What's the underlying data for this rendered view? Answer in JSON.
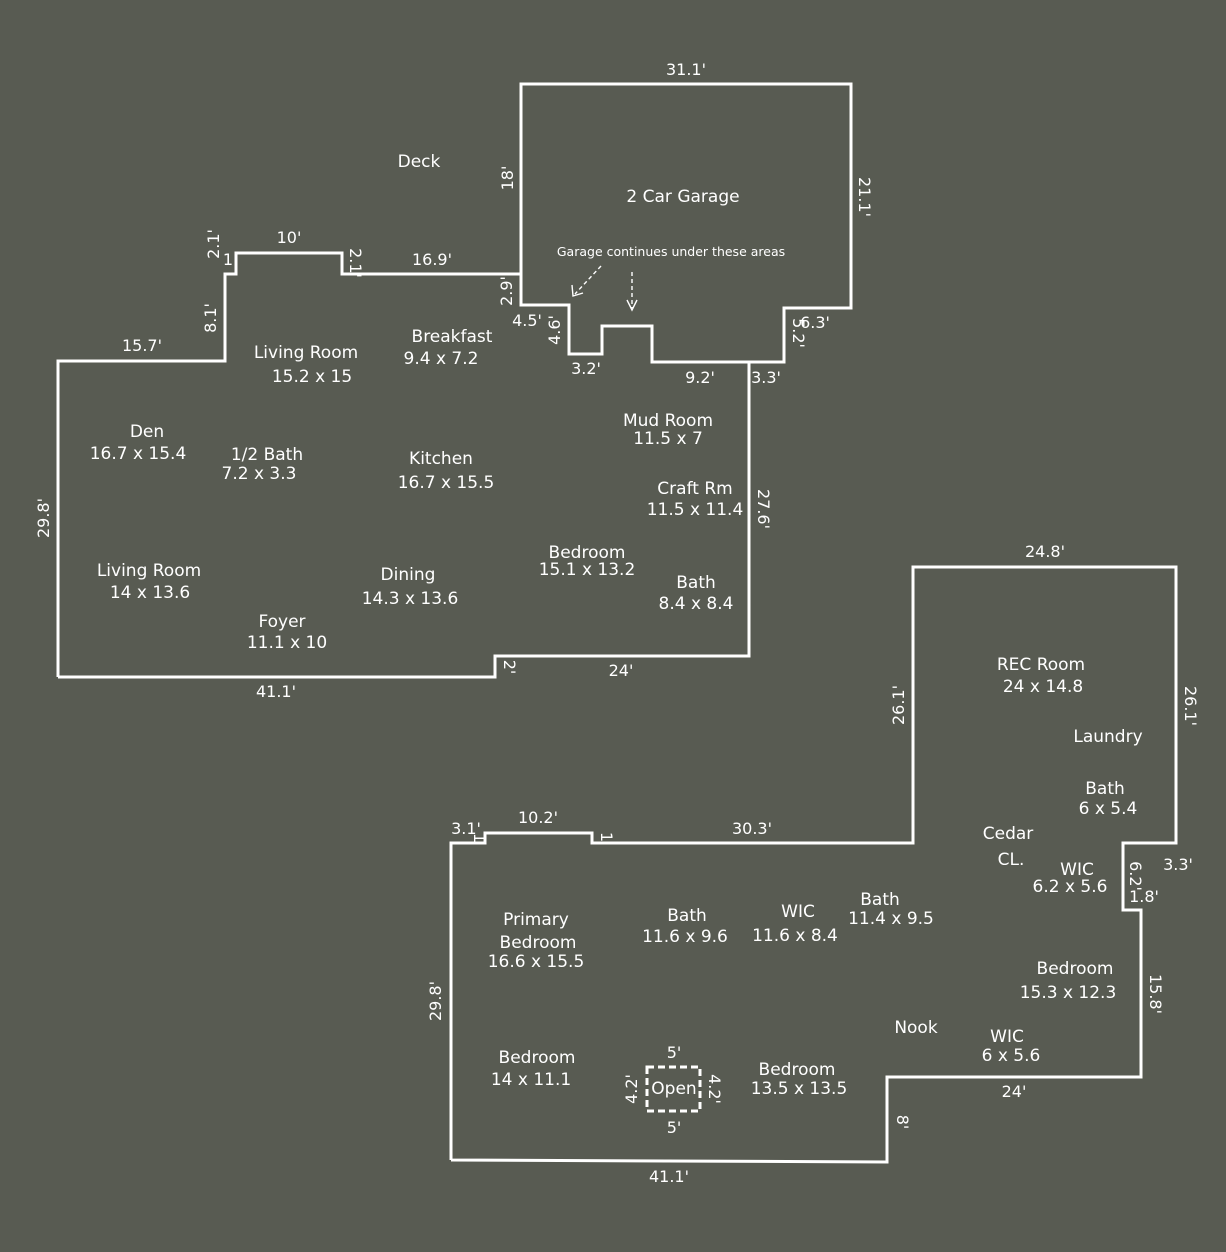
{
  "colors": {
    "background": "#585b52",
    "lines": "#ffffff"
  },
  "upper": {
    "rooms": {
      "deck": "Deck",
      "garage": "2 Car Garage",
      "garage_note": "Garage continues under these areas",
      "breakfast_name": "Breakfast",
      "breakfast_size": "9.4 x 7.2",
      "living_top_name": "Living Room",
      "living_top_size": "15.2 x 15",
      "den_name": "Den",
      "den_size": "16.7 x 15.4",
      "halfbath_name": "1/2 Bath",
      "halfbath_size": "7.2 x 3.3",
      "kitchen_name": "Kitchen",
      "kitchen_size": "16.7 x 15.5",
      "mud_name": "Mud Room",
      "mud_size": "11.5 x 7",
      "craft_name": "Craft Rm",
      "craft_size": "11.5 x 11.4",
      "bedroom_name": "Bedroom",
      "bedroom_size": "15.1 x 13.2",
      "bath_name": "Bath",
      "bath_size": "8.4 x 8.4",
      "living_bottom_name": "Living Room",
      "living_bottom_size": "14 x 13.6",
      "dining_name": "Dining",
      "dining_size": "14.3 x 13.6",
      "foyer_name": "Foyer",
      "foyer_size": "11.1 x 10"
    },
    "dims": {
      "garage_top": "31.1'",
      "garage_left": "18'",
      "garage_right": "21.1'",
      "bump_top": "10'",
      "bump_left": "2.1'",
      "bump_right": "2.1'",
      "bump_step": "1",
      "deck_wall": "16.9'",
      "garage_step": "2.9'",
      "step_a": "4.5'",
      "step_b": "4.6'",
      "step_c": "3.2'",
      "step_d": "9.2'",
      "step_e": "3.3'",
      "step_f": "6.3'",
      "step_g": "5.2'",
      "left_top": "15.7'",
      "left_step": "8.1'",
      "left_side": "29.8'",
      "right_side": "27.6'",
      "bottom_left": "41.1'",
      "bottom_step": "2'",
      "bottom_right": "24'"
    }
  },
  "lower": {
    "rooms": {
      "rec_name": "REC Room",
      "rec_size": "24 x 14.8",
      "laundry": "Laundry",
      "bath1_name": "Bath",
      "bath1_size": "6 x 5.4",
      "cedar_line1": "Cedar",
      "cedar_line2": "CL.",
      "wic1_name": "WIC",
      "wic1_size": "6.2 x 5.6",
      "primary_line1": "Primary",
      "primary_line2": "Bedroom",
      "primary_size": "16.6 x 15.5",
      "bath2_name": "Bath",
      "bath2_size": "11.6 x 9.6",
      "wic2_name": "WIC",
      "wic2_size": "11.6 x 8.4",
      "bath3_name": "Bath",
      "bath3_size": "11.4 x 9.5",
      "bedroom1_name": "Bedroom",
      "bedroom1_size": "15.3 x 12.3",
      "nook": "Nook",
      "wic3_name": "WIC",
      "wic3_size": "6 x 5.6",
      "bedroom2_name": "Bedroom",
      "bedroom2_size": "14 x 11.1",
      "bedroom3_name": "Bedroom",
      "bedroom3_size": "13.5 x 13.5",
      "open": "Open"
    },
    "dims": {
      "top_right": "24.8'",
      "rec_left": "26.1'",
      "rec_right": "26.1'",
      "top_mid": "30.3'",
      "bump_top": "10.2'",
      "step_left": "3.1'",
      "step_tiny": "1",
      "step_one": "1",
      "right_step": "3.3'",
      "right_a": "6.2'",
      "right_b": "1.8'",
      "right_side": "15.8'",
      "bottom_right": "24'",
      "bottom_step": "8'",
      "left_side": "29.8'",
      "bottom_left": "41.1'",
      "open_top": "5'",
      "open_bottom": "5'",
      "open_left": "4.2'",
      "open_right": "4.2'"
    }
  }
}
